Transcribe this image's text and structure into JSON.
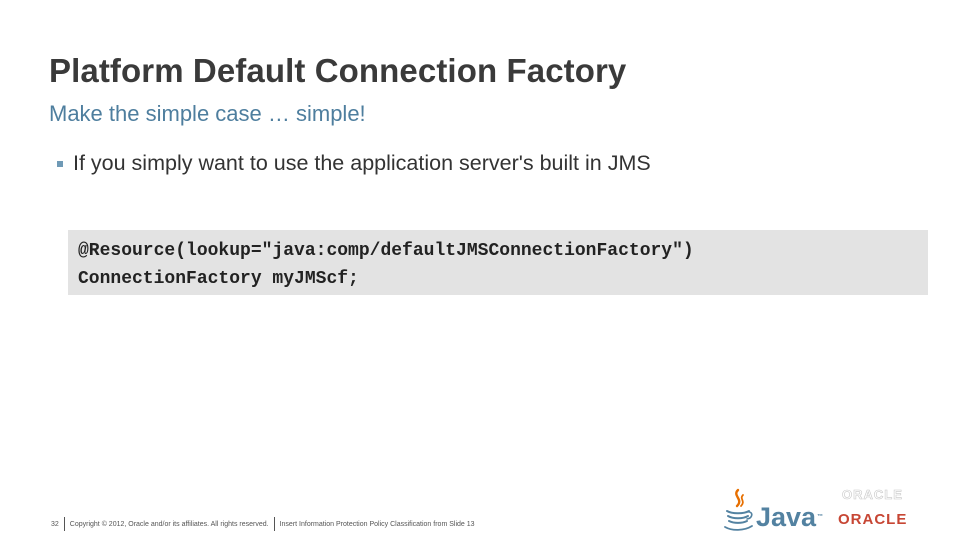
{
  "slide": {
    "title": "Platform Default Connection Factory",
    "subtitle": "Make the simple case … simple!",
    "bullets": [
      "If you simply want to use the application server's built in JMS"
    ],
    "code_lines": [
      "@Resource(lookup=\"java:comp/defaultJMSConnectionFactory\")",
      "ConnectionFactory myJMScf;"
    ]
  },
  "footer": {
    "page_number": "32",
    "copyright": "Copyright © 2012, Oracle and/or its affiliates. All rights reserved.",
    "classification": "Insert Information Protection Policy Classification from Slide 13"
  },
  "logos": {
    "java_text": "Java",
    "java_tm": "™",
    "oracle_text": "ORACLE",
    "oracle_watermark_text": "ORACLE"
  },
  "colors": {
    "title": "#3a3a3a",
    "subtitle": "#4e7e9e",
    "code_background": "#e3e3e3",
    "oracle_red": "#c74634",
    "java_blue": "#5382a1",
    "java_orange": "#e76f00"
  }
}
